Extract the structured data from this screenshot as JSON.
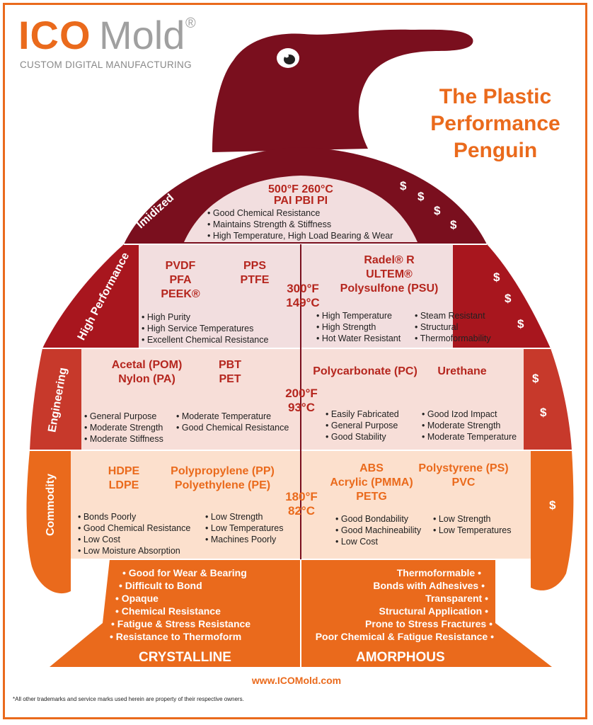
{
  "logo": {
    "ico": "ICO",
    "mold": "Mold",
    "reg": "®",
    "tagline": "CUSTOM DIGITAL MANUFACTURING"
  },
  "title": {
    "line1": "The Plastic",
    "line2": "Performance",
    "line3": "Penguin"
  },
  "colors": {
    "orange": "#ea6a1c",
    "maroon": "#7a0f1e",
    "dark_red": "#a8161e",
    "red": "#c0392b"
  },
  "imidized": {
    "label": "Imidized",
    "temp": "500°F  260°C",
    "materials": "PAI   PBI   PI",
    "props": [
      "• Good Chemical Resistance",
      "• Maintains Strength & Stiffness",
      "• High Temperature, High Load Bearing & Wear"
    ],
    "cost": [
      "$",
      "$",
      "$",
      "$"
    ]
  },
  "high_performance": {
    "label": "High Performance",
    "temp_f": "300°F",
    "temp_c": "149°C",
    "left_mat_a": [
      "PVDF",
      "PFA",
      "PEEK®"
    ],
    "left_mat_b": [
      "PPS",
      "PTFE"
    ],
    "left_props": [
      "• High Purity",
      "• High Service Temperatures",
      "• Excellent Chemical Resistance"
    ],
    "right_mat": [
      "Radel® R",
      "ULTEM®",
      "Polysulfone (PSU)"
    ],
    "right_props_a": [
      "• High Temperature",
      "• High Strength",
      "• Hot Water Resistant"
    ],
    "right_props_b": [
      "• Steam Resistant",
      "• Structural",
      "• Thermoformability"
    ],
    "cost": [
      "$",
      "$",
      "$"
    ]
  },
  "engineering": {
    "label": "Engineering",
    "temp_f": "200°F",
    "temp_c": "93°C",
    "left_mat_a": [
      "Acetal (POM)",
      "Nylon (PA)"
    ],
    "left_mat_b": [
      "PBT",
      "PET"
    ],
    "left_props_a": [
      "• General Purpose",
      "• Moderate Strength",
      "• Moderate Stiffness"
    ],
    "left_props_b": [
      "• Moderate Temperature",
      "• Good Chemical Resistance"
    ],
    "right_mat_a": "Polycarbonate (PC)",
    "right_mat_b": "Urethane",
    "right_props_a": [
      "• Easily Fabricated",
      "• General Purpose",
      "• Good Stability"
    ],
    "right_props_b": [
      "• Good Izod Impact",
      "• Moderate Strength",
      "• Moderate Temperature"
    ],
    "cost": [
      "$",
      "$"
    ]
  },
  "commodity": {
    "label": "Commodity",
    "temp_f": "180°F",
    "temp_c": "82°C",
    "left_mat_a": [
      "HDPE",
      "LDPE"
    ],
    "left_mat_b": [
      "Polypropylene (PP)",
      "Polyethylene (PE)"
    ],
    "left_props_a": [
      "• Bonds Poorly",
      "• Good Chemical Resistance",
      "• Low Cost",
      "• Low Moisture Absorption"
    ],
    "left_props_b": [
      "• Low Strength",
      "• Low Temperatures",
      "• Machines Poorly"
    ],
    "right_mat_a": [
      "ABS",
      "Acrylic (PMMA)",
      "PETG"
    ],
    "right_mat_b": [
      "Polystyrene (PS)",
      "PVC"
    ],
    "right_props_a": [
      "• Good Bondability",
      "• Good Machineability",
      "• Low Cost"
    ],
    "right_props_b": [
      "• Low Strength",
      "• Low Temperatures"
    ],
    "cost": [
      "$"
    ]
  },
  "crystalline": {
    "label": "CRYSTALLINE",
    "props": [
      "• Good for Wear & Bearing",
      "• Difficult to Bond",
      "• Opaque",
      "• Chemical Resistance",
      "• Fatigue & Stress Resistance",
      "• Resistance to Thermoform"
    ]
  },
  "amorphous": {
    "label": "AMORPHOUS",
    "props": [
      "Thermoformable •",
      "Bonds with Adhesives •",
      "Transparent •",
      "Structural Application •",
      "Prone to Stress Fractures •",
      "Poor Chemical & Fatigue Resistance •"
    ]
  },
  "url": "www.ICOMold.com",
  "footnote": "*All other trademarks and service marks used herein are property of their respective owners."
}
